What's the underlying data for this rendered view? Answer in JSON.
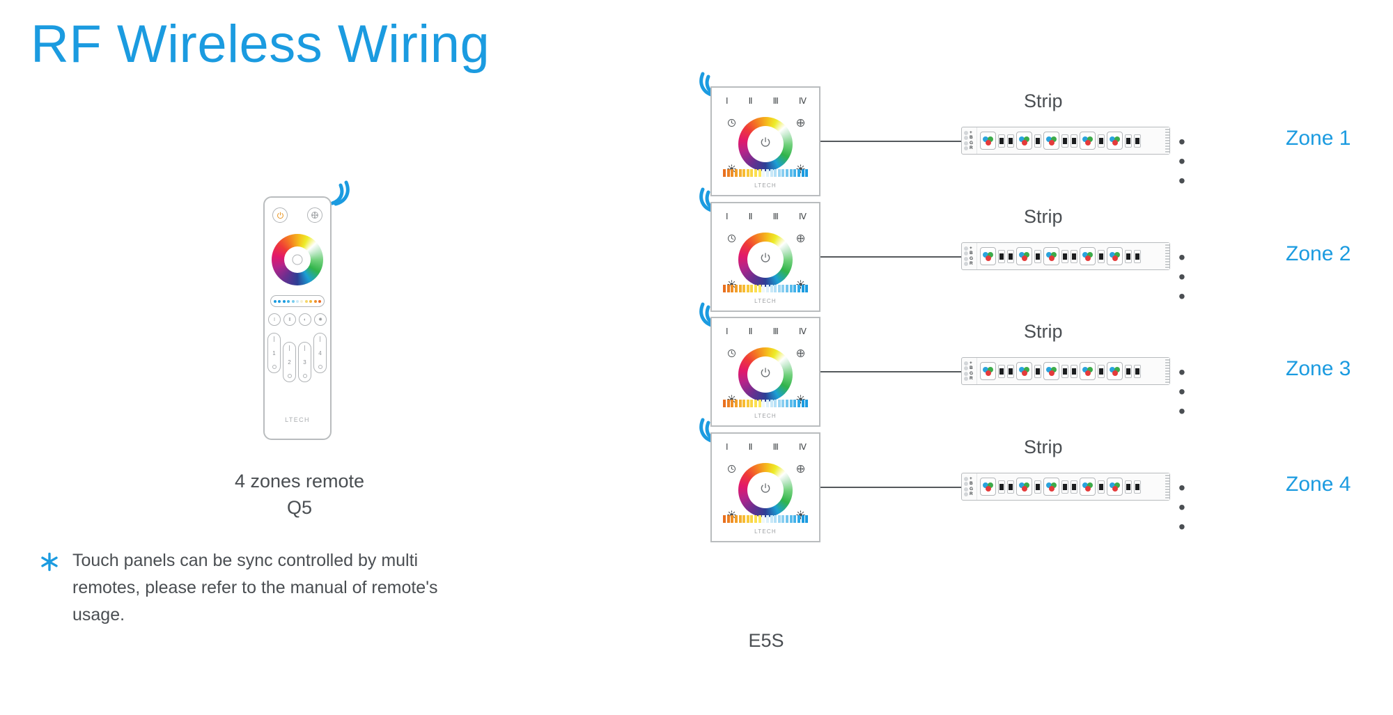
{
  "title": "RF Wireless Wiring",
  "colors": {
    "accent": "#1b9be0",
    "text": "#4a4e52",
    "outline": "#b9bcbe"
  },
  "remote": {
    "icons": {
      "wifi": "wifi-signal-icon",
      "power": "power-icon",
      "scene": "scene-icon",
      "wheel": "color-wheel",
      "hub": "wheel-center-dot"
    },
    "dotbar_colors": [
      "#1b9be0",
      "#1b9be0",
      "#1b9be0",
      "#3fb0e4",
      "#79cdee",
      "#c9e9f8",
      "#f5f0d2",
      "#f6d76a",
      "#f3b93c",
      "#ee8f2c",
      "#ea6a24"
    ],
    "mini_buttons": [
      "Ⅰ",
      "Ⅱ",
      "◐",
      "✹"
    ],
    "zone_buttons": [
      "1",
      "2",
      "3",
      "4"
    ],
    "logo": "LTECH",
    "caption_line1": "4 zones remote",
    "caption_line2": "Q5"
  },
  "note": {
    "icon": "asterisk-icon",
    "text": "Touch panels can be sync controlled by multi remotes, please refer to the manual of remote's usage."
  },
  "panel": {
    "romans": [
      "Ⅰ",
      "Ⅱ",
      "Ⅲ",
      "Ⅳ"
    ],
    "icons": {
      "wifi": "wifi-signal-icon",
      "clock": "clock-icon",
      "flower": "flower-icon",
      "sun_left": "sun-icon",
      "sun_right": "sun-icon",
      "power": "power-icon"
    },
    "logo": "LTECH",
    "caption": "E5S"
  },
  "strip": {
    "pads": [
      "+",
      "B",
      "G",
      "R"
    ],
    "label": "Strip",
    "ellipsis": "• • •",
    "led_colors": {
      "blue": "#29a3dc",
      "green": "#3cab4a",
      "red": "#e43b3b"
    },
    "pattern": [
      "led",
      "res",
      "res",
      "led",
      "res",
      "led",
      "res",
      "res",
      "led",
      "res",
      "led",
      "res",
      "res"
    ]
  },
  "zones": [
    {
      "label": "Zone 1",
      "strip_label": "Strip"
    },
    {
      "label": "Zone 2",
      "strip_label": "Strip"
    },
    {
      "label": "Zone 3",
      "strip_label": "Strip"
    },
    {
      "label": "Zone 4",
      "strip_label": "Strip"
    }
  ]
}
